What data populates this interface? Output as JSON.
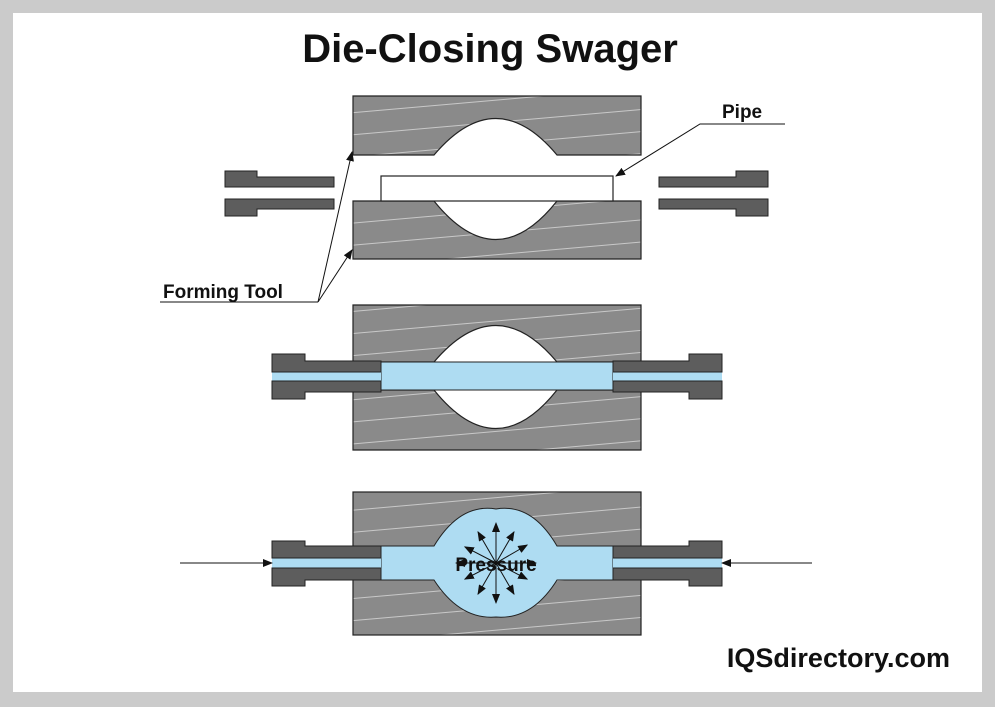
{
  "title": "Die-Closing Swager",
  "labels": {
    "pipe": "Pipe",
    "forming_tool": "Forming Tool",
    "pressure": "Pressure"
  },
  "brand": "IQSdirectory.com",
  "colors": {
    "die": "#8a8a8a",
    "clamp": "#5d5d5d",
    "fluid": "#aedcf2",
    "frame": "#cbcbcb"
  }
}
